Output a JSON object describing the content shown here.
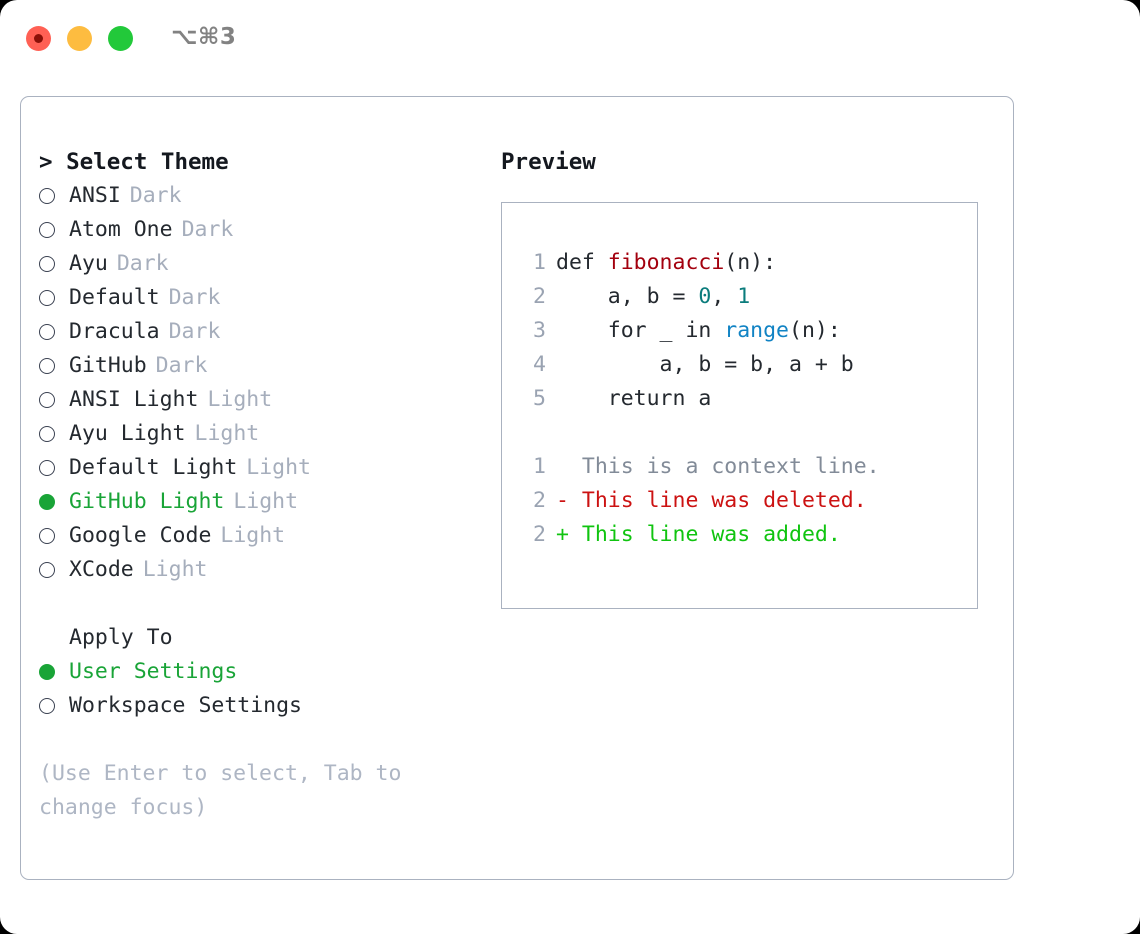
{
  "window": {
    "shortcut": "⌥⌘3",
    "traffic_lights": [
      {
        "name": "close",
        "color": "#ff6054"
      },
      {
        "name": "minimize",
        "color": "#fdbc40"
      },
      {
        "name": "maximize",
        "color": "#22c93a"
      }
    ]
  },
  "theme_picker": {
    "heading": "> Select Theme",
    "selected_theme": "GitHub Light",
    "items": [
      {
        "name": "ANSI",
        "category": "Dark",
        "selected": false
      },
      {
        "name": "Atom One",
        "category": "Dark",
        "selected": false
      },
      {
        "name": "Ayu",
        "category": "Dark",
        "selected": false
      },
      {
        "name": "Default",
        "category": "Dark",
        "selected": false
      },
      {
        "name": "Dracula",
        "category": "Dark",
        "selected": false
      },
      {
        "name": "GitHub",
        "category": "Dark",
        "selected": false
      },
      {
        "name": "ANSI Light",
        "category": "Light",
        "selected": false
      },
      {
        "name": "Ayu Light",
        "category": "Light",
        "selected": false
      },
      {
        "name": "Default Light",
        "category": "Light",
        "selected": false
      },
      {
        "name": "GitHub Light",
        "category": "Light",
        "selected": true
      },
      {
        "name": "Google Code",
        "category": "Light",
        "selected": false
      },
      {
        "name": "XCode",
        "category": "Light",
        "selected": false
      }
    ]
  },
  "apply_to": {
    "heading": "Apply To",
    "selected": "User Settings",
    "options": [
      {
        "label": "User Settings",
        "selected": true
      },
      {
        "label": "Workspace Settings",
        "selected": false
      }
    ]
  },
  "hint": "(Use Enter to select, Tab to change focus)",
  "preview": {
    "heading": "Preview",
    "code_lines": [
      {
        "lineno": "1",
        "tokens": [
          {
            "text": "def ",
            "type": "kw"
          },
          {
            "text": "fibonacci",
            "type": "fn"
          },
          {
            "text": "(n):",
            "type": "plain"
          }
        ]
      },
      {
        "lineno": "2",
        "tokens": [
          {
            "text": "    a, b = ",
            "type": "plain"
          },
          {
            "text": "0",
            "type": "num"
          },
          {
            "text": ", ",
            "type": "plain"
          },
          {
            "text": "1",
            "type": "num"
          }
        ]
      },
      {
        "lineno": "3",
        "tokens": [
          {
            "text": "    for _ in ",
            "type": "plain"
          },
          {
            "text": "range",
            "type": "call"
          },
          {
            "text": "(n):",
            "type": "plain"
          }
        ]
      },
      {
        "lineno": "4",
        "tokens": [
          {
            "text": "        a, b = b, a + b",
            "type": "plain"
          }
        ]
      },
      {
        "lineno": "5",
        "tokens": [
          {
            "text": "    return a",
            "type": "plain"
          }
        ]
      }
    ],
    "diff_lines": [
      {
        "lineno": "1",
        "marker": " ",
        "text": " This is a context line.",
        "kind": "context"
      },
      {
        "lineno": "2",
        "marker": "-",
        "text": " This line was deleted.",
        "kind": "deleted"
      },
      {
        "lineno": "2",
        "marker": "+",
        "text": " This line was added.",
        "kind": "added"
      }
    ]
  },
  "colors": {
    "accent_green": "#19a437",
    "muted": "#a6aebc",
    "border": "#aab2c0",
    "text": "#24292f",
    "diff_add": "#10c410",
    "diff_del": "#cc1212",
    "fn": "#a3000e",
    "num": "#0b7c7c",
    "call": "#1183c4"
  }
}
